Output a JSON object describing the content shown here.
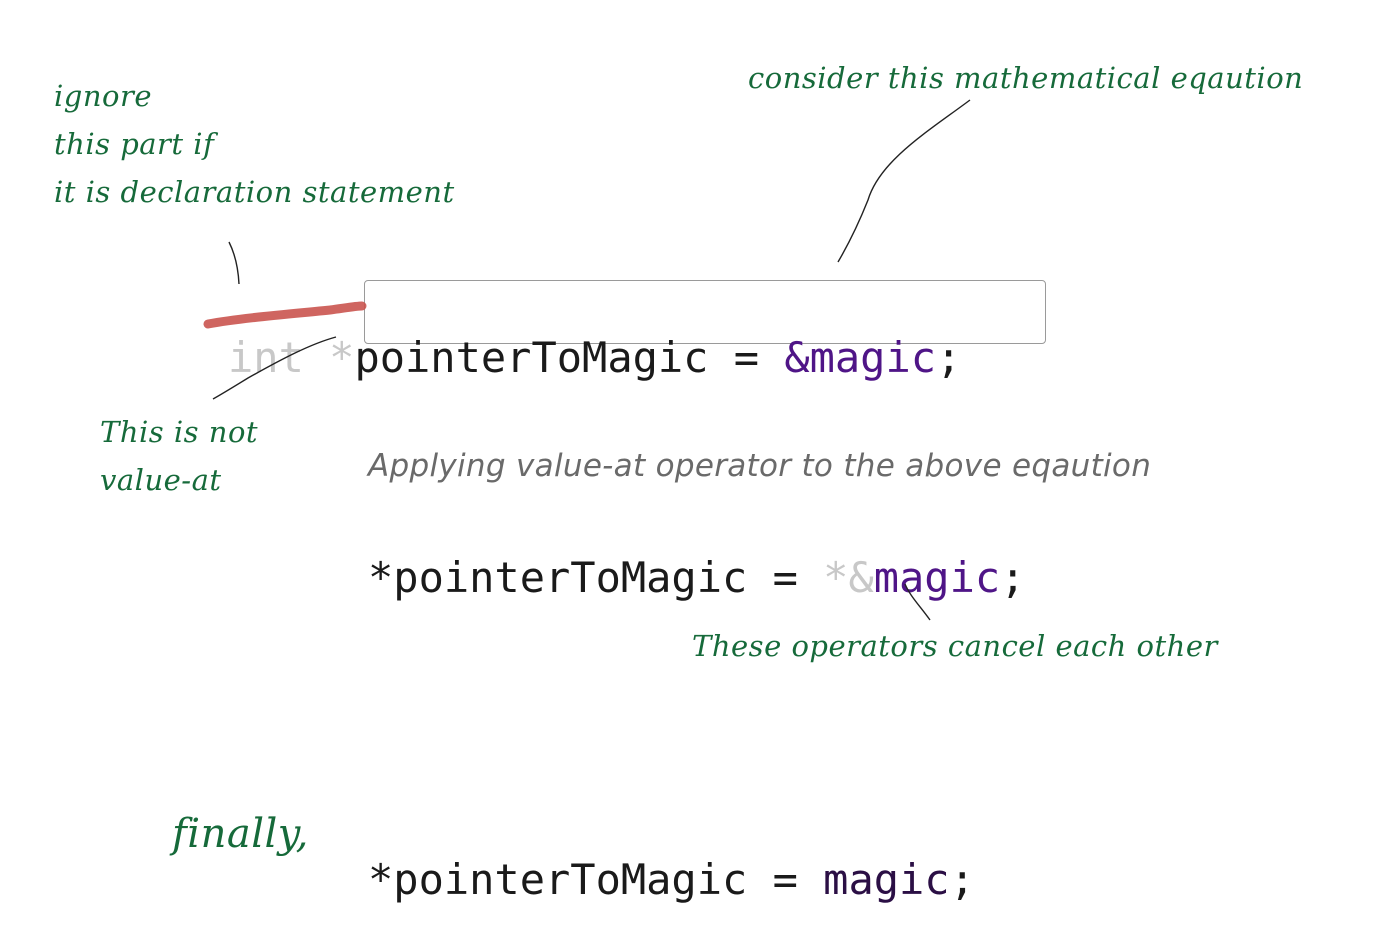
{
  "notes": {
    "ignore": [
      "ignore",
      "this part if",
      "it is declaration statement"
    ],
    "consider": "consider this mathematical eqaution",
    "not_value_at": [
      "This is not",
      "value-at"
    ],
    "cancel": "These operators cancel each other",
    "finally": "finally,"
  },
  "line1": {
    "type_kw": "int",
    "star": "*",
    "lhs": "pointerToMagic",
    "eq": " = ",
    "rhs": "&magic",
    "semi": ";"
  },
  "subtitle": "Applying value-at operator to the above eqaution",
  "line2": {
    "lhs": "*pointerToMagic",
    "eq": " = ",
    "ops": "*&",
    "var": "magic",
    "semi": ";"
  },
  "line3": {
    "lhs": "*pointerToMagic",
    "eq": " = ",
    "var": "magic",
    "semi": ";"
  },
  "colors": {
    "annotation": "#166a3a",
    "strike": "#c8504a",
    "purple": "#4f1587",
    "faded": "#c8c8c8"
  }
}
